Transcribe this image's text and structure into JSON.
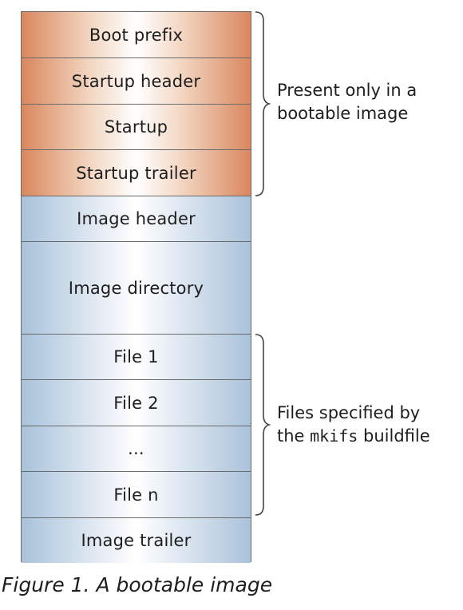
{
  "boot_blocks": [
    {
      "label": "Boot prefix"
    },
    {
      "label": "Startup header"
    },
    {
      "label": "Startup"
    },
    {
      "label": "Startup trailer"
    }
  ],
  "image_blocks": [
    {
      "label": "Image header"
    },
    {
      "label": "Image directory"
    },
    {
      "label": "File 1"
    },
    {
      "label": "File 2"
    },
    {
      "label": "..."
    },
    {
      "label": "File n"
    },
    {
      "label": "Image trailer"
    }
  ],
  "annotations": {
    "bootable": {
      "line1": "Present only in a",
      "line2": "bootable image"
    },
    "files": {
      "line1": "Files specified by",
      "line2_prefix": "the ",
      "line2_code": "mkifs",
      "line2_suffix": " buildfile"
    }
  },
  "caption": "Figure 1. A bootable image",
  "colors": {
    "boot_section": "#d9875e",
    "image_section": "#a9c2da",
    "border": "#6b6b6b"
  }
}
